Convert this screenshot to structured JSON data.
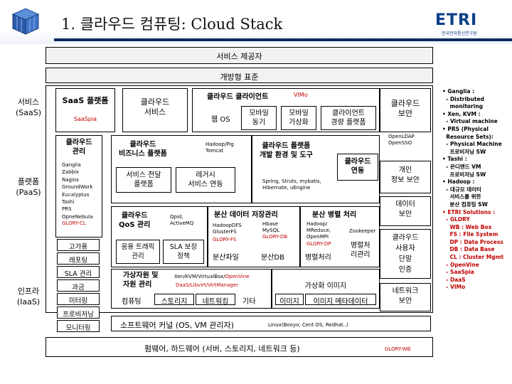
{
  "header": {
    "title": "1. 클라우드 컴퓨팅: Cloud Stack",
    "logo_text": "ETRI",
    "logo_sub": "한국전자통신연구원"
  },
  "bars": {
    "service_provider": "서비스 제공자",
    "open_standard": "개방형 표준",
    "software_kernel": "소프트웨어 커널 (OS, VM 관리자)",
    "software_kernel_note": "Linux(Booyo, Cent OS, Redhat..)",
    "hardware": "펌웨어, 하드웨어 (서버, 스토리지, 네트워크 등)",
    "hardware_note": "GLORY-WB"
  },
  "layers": {
    "saas": "서비스\n(SaaS)",
    "paas": "플랫폼\n(PaaS)",
    "iaas": "인프라\n(IaaS)"
  },
  "saas_platform": {
    "title": "SaaS 플랫폼",
    "note": "SaaSpia"
  },
  "cloud_service": "클라우드\n서비스",
  "cloud_client": {
    "title": "클라우드 클라이언트",
    "note": "VIMo",
    "web_os": "웹 OS",
    "mobile_sync": "모바일\n동기",
    "mobile_virt": "모바일\n가상화",
    "lightweight": "클라이언트\n경량 플랫폼"
  },
  "cloud_security": "클라우드\n보안",
  "security_note": "OpenLDAP\nOpenSSO",
  "personal_info": "개인\n정보 보안",
  "data_security": "데이터\n보안",
  "user_auth": "클라우드\n사용자\n단말\n인증",
  "network_security": "네트워크\n보안",
  "cloud_mgmt": {
    "title": "클라우드\n관리",
    "items": "Ganglia\nZabbix\nNagios\nGroundWork\nEucalyptus\nTashi\nPRS\nOpneNebula",
    "highlight": "GLORY-CL"
  },
  "mgmt_small": {
    "high_avail": "고가용",
    "report": "레포팅",
    "sla": "SLA 관리",
    "billing": "과금",
    "metering": "미터링",
    "provisioning": "프로비저닝",
    "monitoring": "모니터링"
  },
  "business_platform": {
    "title": "클라우드\n비즈니스 플랫폼",
    "note": "Hadoop/Pig\nTomcat"
  },
  "dev_platform": {
    "title": "클라우드 플랫폼\n개발 환경 및 도구",
    "note": "Spring, Struts, mybatis,\nHibernate, uEngine"
  },
  "cloud_integration": "클라우드\n연동",
  "service_delivery": "서비스 전달\n플랫폼",
  "legacy": "레거시\n서비스 연동",
  "qos": {
    "title": "클라우드\nQoS 관리",
    "note": "Qpid,\nActiveMQ"
  },
  "traffic": "응용 트래픽\n관리",
  "sla_guarantee": "SLA 보장\n정책",
  "dist_storage": {
    "title": "분산 데이터 저장관리",
    "note": "HadoopDFS\nGlusterFS",
    "highlight": "GLORY-FS",
    "db_note": "Hbase\nMySQL",
    "db_highlight": "GLORY-DB",
    "dist_file": "분산파일",
    "dist_db": "분산DB"
  },
  "parallel": {
    "title": "분산 병렬 처리",
    "note": "Hadoop/\nMReduce,\nOpenMPI",
    "highlight": "GLORY-DP",
    "zookeeper": "Zookeeper",
    "parallelize": "병렬처\n리관리",
    "parallel_proc": "병렬처리"
  },
  "resource": {
    "title": "가상자원 및\n자원 관리",
    "note1": "Xen/KVM/VirtualBox/",
    "note1_highlight": "OpenVine",
    "note2": "DaaS/Libvirt/VirtManager",
    "computing": "컴퓨팅",
    "storage": "스토리지",
    "network": "네트워킹",
    "etc": "기타"
  },
  "virt_image": {
    "title": "가상화 이미지",
    "image": "이미지",
    "image_meta": "이미지 메타데이터"
  },
  "sidebar_notes": [
    {
      "text": "• Ganglia :",
      "red": false
    },
    {
      "text": "  - Distributed",
      "red": false
    },
    {
      "text": "    monitoring",
      "red": false
    },
    {
      "text": "• Xen, KVM :",
      "red": false
    },
    {
      "text": "  - Virtual machine",
      "red": false
    },
    {
      "text": "• PRS (Physical",
      "red": false
    },
    {
      "text": "  Resource Sets):",
      "red": false
    },
    {
      "text": "  - Physical Machine",
      "red": false
    },
    {
      "text": "    프로비저닝 SW",
      "red": false
    },
    {
      "text": "• Tashi :",
      "red": false
    },
    {
      "text": "  - 온디맨드 VM",
      "red": false
    },
    {
      "text": "    프로비저닝 SW",
      "red": false
    },
    {
      "text": "• Hadoop :",
      "red": false
    },
    {
      "text": "  - 대규모 데이터",
      "red": false
    },
    {
      "text": "    서비스를 위한",
      "red": false
    },
    {
      "text": "    분산 컴퓨팅 SW",
      "red": false
    },
    {
      "text": "• ETRI Solutions :",
      "red": true
    },
    {
      "text": "  - GLORY",
      "red": true
    },
    {
      "text": "    WB : Web Box",
      "red": true
    },
    {
      "text": "    FS : File System",
      "red": true
    },
    {
      "text": "    DP : Data Process",
      "red": true
    },
    {
      "text": "    DB : Data Base",
      "red": true
    },
    {
      "text": "    CL : Cluster Mgmt",
      "red": true
    },
    {
      "text": "  - OpenVine",
      "red": true
    },
    {
      "text": "  - SaaSpia",
      "red": true
    },
    {
      "text": "  - DaaS",
      "red": true
    },
    {
      "text": "  - VIMo",
      "red": true
    }
  ],
  "colors": {
    "accent_red": "#c00000",
    "title_bar": "#0c2a5c",
    "logo_blue": "#0d3f88"
  }
}
